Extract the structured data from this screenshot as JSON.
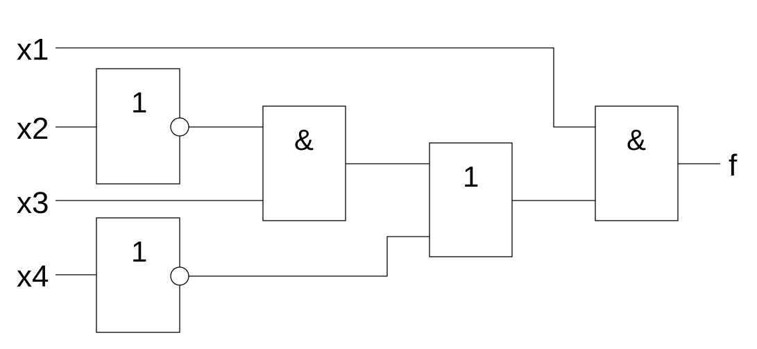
{
  "inputs": {
    "x1": "x1",
    "x2": "x2",
    "x3": "x3",
    "x4": "x4"
  },
  "output": "f",
  "gates": {
    "not_x2": "1",
    "and_1": "&",
    "not_x4": "1",
    "or_1": "1",
    "and_out": "&"
  },
  "colors": {
    "line": "#000000",
    "background": "#ffffff"
  }
}
